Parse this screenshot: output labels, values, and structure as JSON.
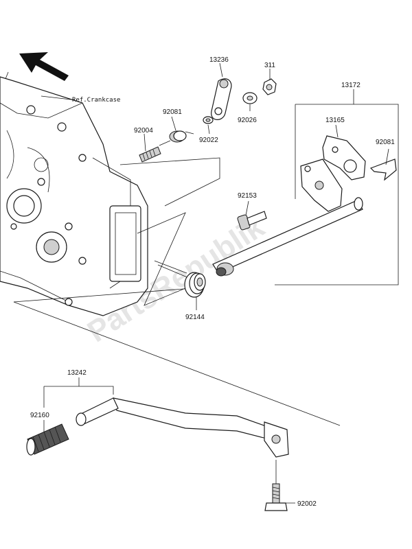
{
  "watermark": "PartsRepublik",
  "reference_label": "Ref.Crankcase",
  "part_numbers": {
    "p13236": "13236",
    "p311": "311",
    "p13172": "13172",
    "p92081_top": "92081",
    "p92004": "92004",
    "p92022": "92022",
    "p92026": "92026",
    "p13165": "13165",
    "p92081_right": "92081",
    "p92153": "92153",
    "p92144": "92144",
    "p13242": "13242",
    "p92160": "92160",
    "p92002": "92002"
  }
}
